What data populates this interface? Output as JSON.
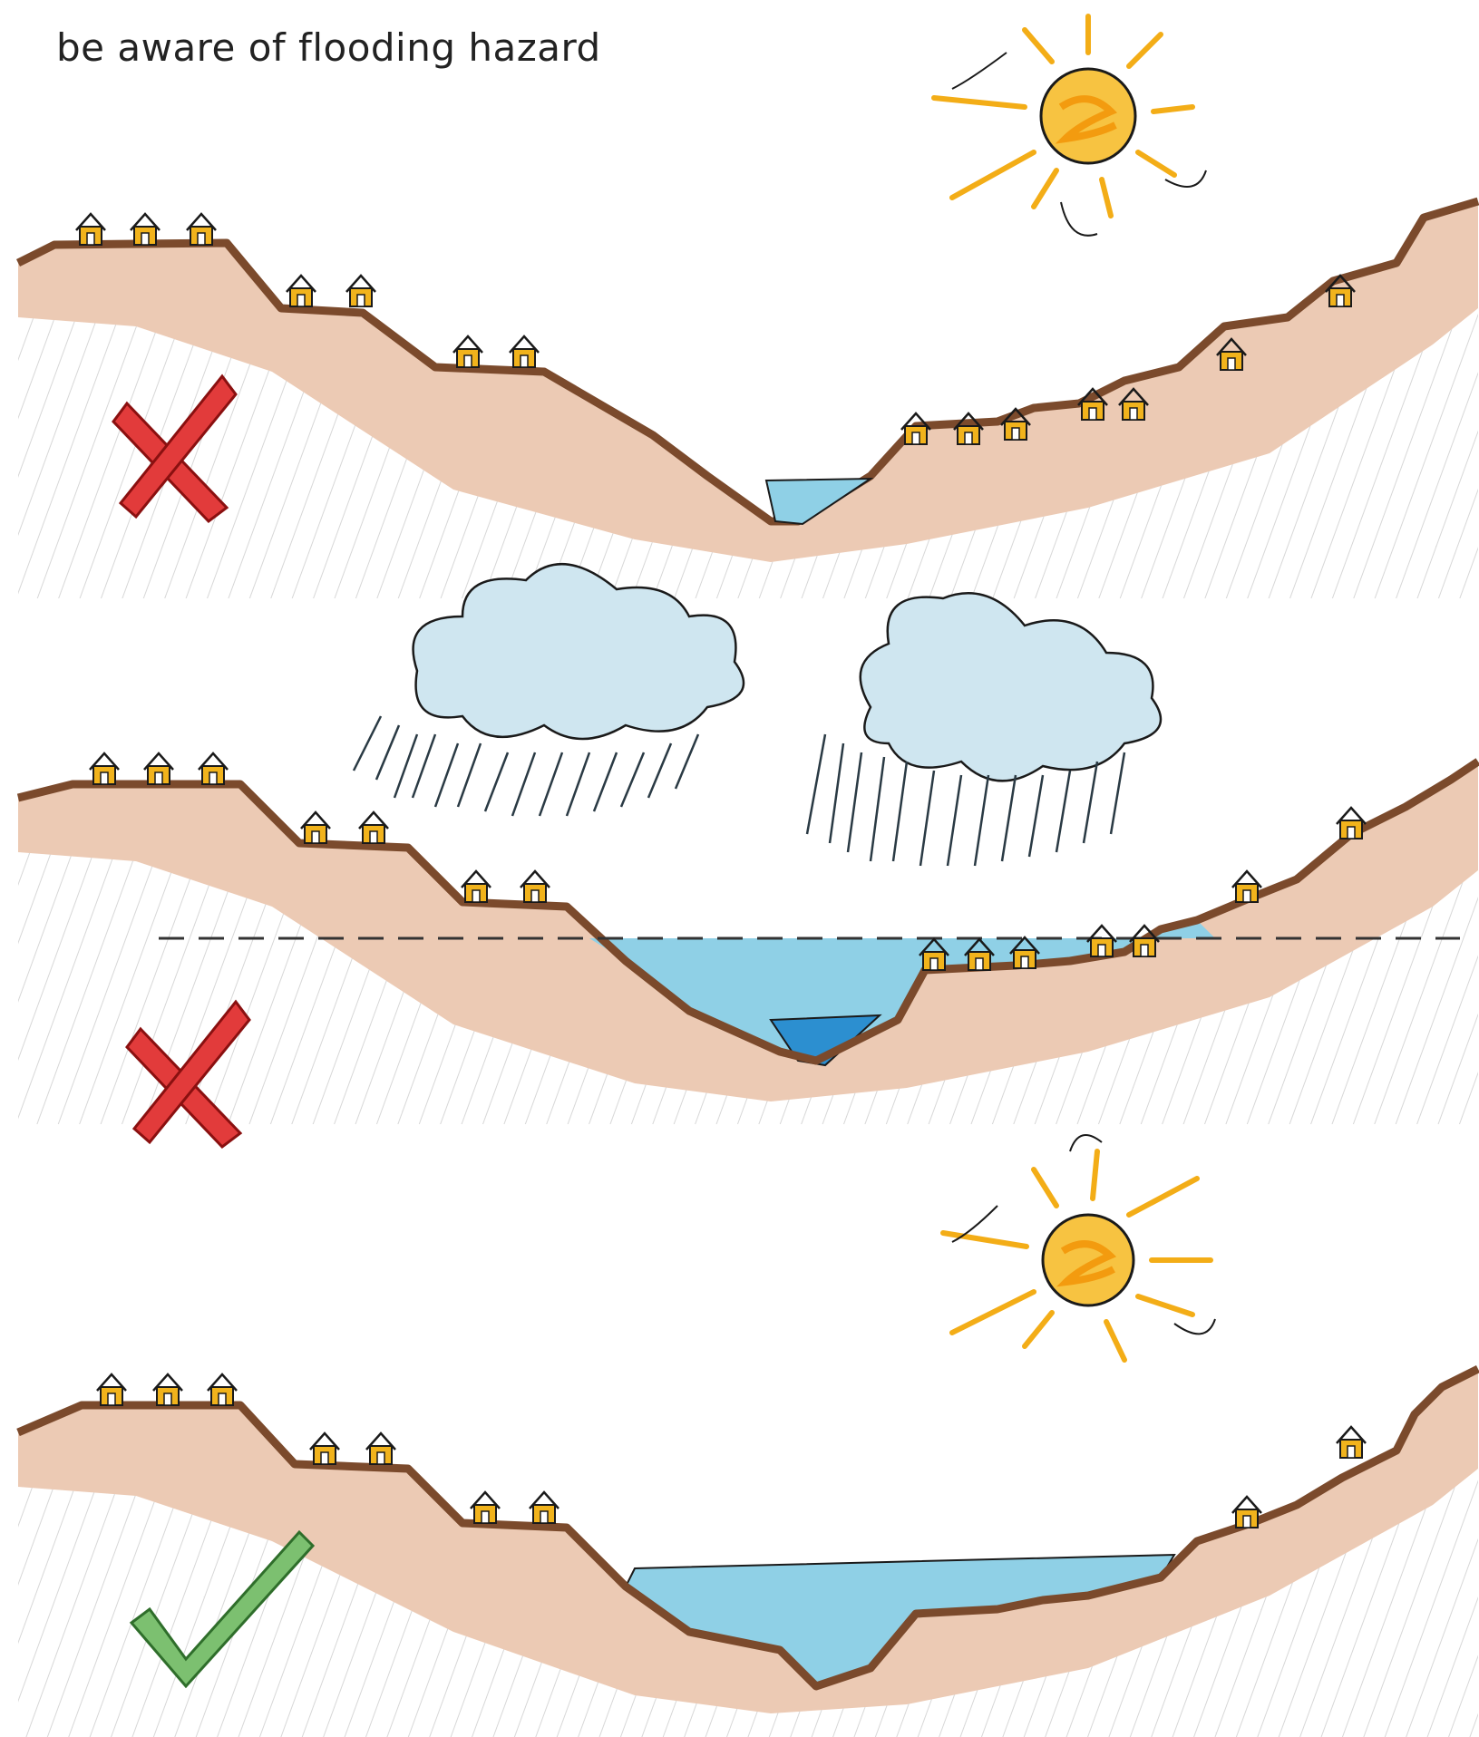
{
  "title": "be aware of flooding hazard",
  "colors": {
    "terrain_fill": "#eccab4",
    "terrain_edge": "#7b4a2c",
    "hatch": "#c9c9c9",
    "water": "#8fd0e6",
    "deep_water": "#2c8fd0",
    "house": "#f1b31c",
    "sun": "#f3ad17",
    "cloud": "#cfe6f0",
    "flood_line": "#333333",
    "cross": "#e23b3b",
    "check": "#7cc070"
  },
  "panels": [
    {
      "weather": "sun-icon",
      "scene": "river in dry weather",
      "verdict": "cross-icon"
    },
    {
      "weather": "rain-cloud-icon",
      "scene": "river in flood",
      "verdict": "cross-icon"
    },
    {
      "weather": "sun-icon",
      "scene": "safe settlement above flood level",
      "verdict": "check-icon"
    }
  ]
}
